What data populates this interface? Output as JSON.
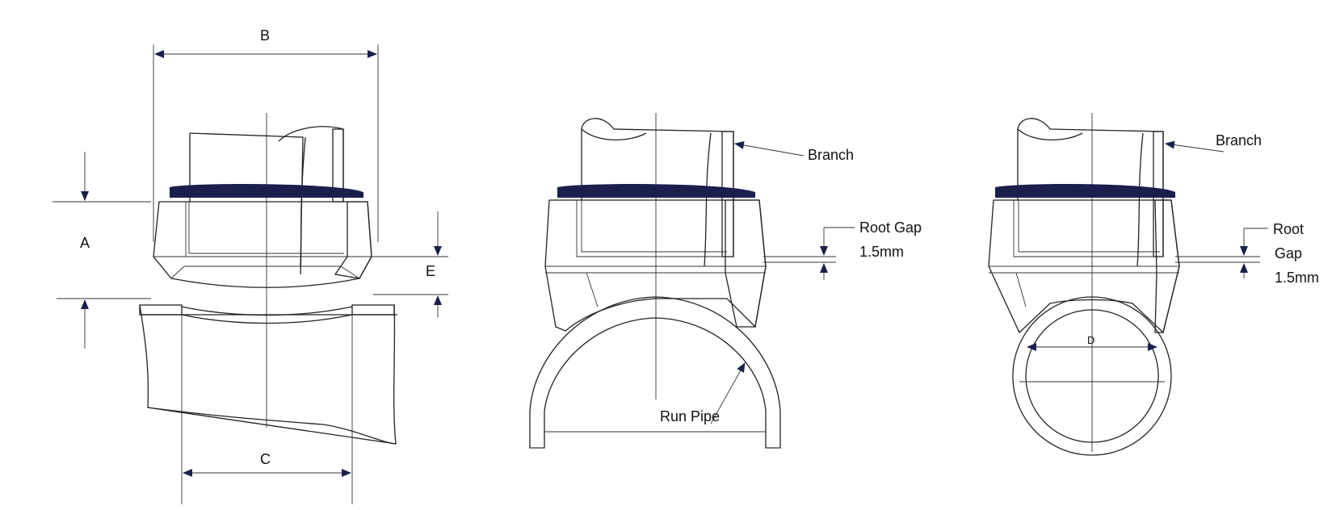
{
  "colors": {
    "line": "#222222",
    "band": "#1a1f4d",
    "background": "#ffffff"
  },
  "view1": {
    "dim_b": "B",
    "dim_a": "A",
    "dim_e": "E",
    "dim_c": "C"
  },
  "view2": {
    "branch_label": "Branch",
    "root_gap_label": "Root Gap",
    "root_gap_value": "1.5mm",
    "run_pipe_label": "Run Pipe"
  },
  "view3": {
    "branch_label": "Branch",
    "root_label": "Root",
    "gap_label": "Gap",
    "root_gap_value": "1.5mm",
    "dim_d": "D"
  }
}
